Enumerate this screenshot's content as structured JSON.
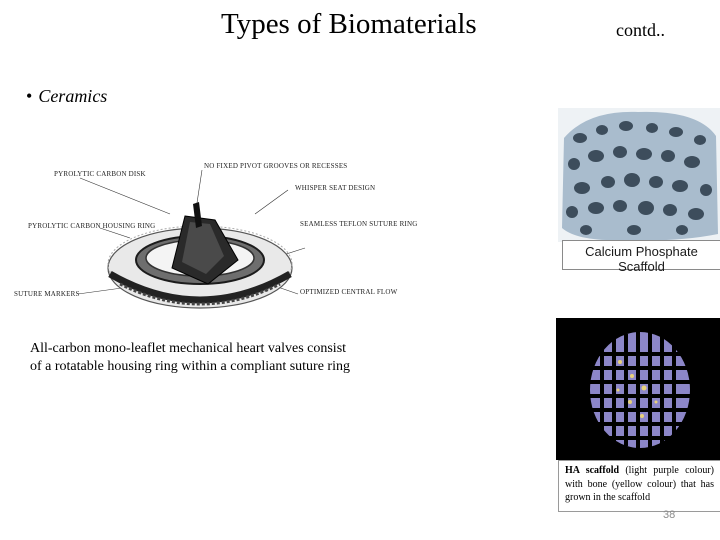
{
  "slide": {
    "title": "Types of Biomaterials",
    "contd": "contd..",
    "bullet_symbol": "•",
    "bullet_text": "Ceramics",
    "page_number": "38"
  },
  "valve_figure": {
    "labels": {
      "pyrolytic_carbon_disk": "Pyrolytic carbon disk",
      "no_fixed_pivot": "No fixed pivot grooves or recesses",
      "whisper_seat": "Whisper seat design",
      "pyrolytic_housing_ring": "Pyrolytic carbon housing ring",
      "seamless_teflon": "Seamless teflon suture ring",
      "suture_markers": "Suture markers",
      "optimized_central_flow": "Optimized central flow"
    }
  },
  "caption": {
    "line1": "All-carbon mono-leaflet mechanical heart valves consist",
    "line2": "of a rotatable housing ring within a compliant suture ring"
  },
  "scaffold": {
    "line1": "Calcium Phosphate",
    "line2": "Scaffold"
  },
  "ha_scaffold": {
    "bold": "HA scaffold",
    "rest": " (light purple colour) with bone (yellow colour) that has grown in the scaffold"
  },
  "colors": {
    "scaffold_bg": "#a9bccd",
    "ha_purple": "#8c86c8",
    "bone_yellow": "#e9d27a"
  }
}
